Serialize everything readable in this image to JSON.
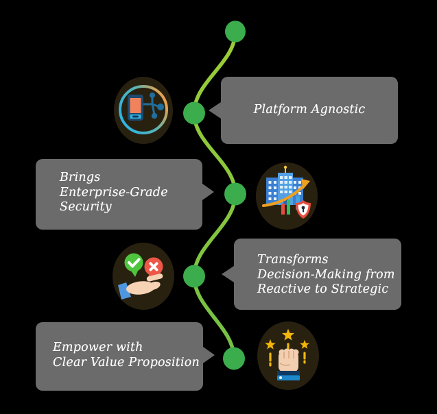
{
  "title": "timeline-infographic",
  "items": [
    {
      "icon": "device-network-icon",
      "side": "right",
      "label_lines": [
        "Platform Agnostic"
      ]
    },
    {
      "icon": "buildings-growth-shield-icon",
      "side": "left",
      "label_lines": [
        "Brings",
        "Enterprise-Grade",
        "Security"
      ]
    },
    {
      "icon": "hand-approve-reject-icon",
      "side": "right",
      "label_lines": [
        "Transforms",
        "Decision-Making from",
        "Reactive to Strategic"
      ]
    },
    {
      "icon": "fist-stars-rating-icon",
      "side": "left",
      "label_lines": [
        "Empower with",
        "Clear Value Proposition"
      ]
    }
  ],
  "colors": {
    "background": "#000000",
    "callout_box": "#6b6b6b",
    "callout_text": "#fcfcfc",
    "timeline_line_top": "#9ccd36",
    "timeline_line_bottom": "#74c044",
    "timeline_node": "#3cad4c",
    "icon_circle_background": "#292110"
  }
}
